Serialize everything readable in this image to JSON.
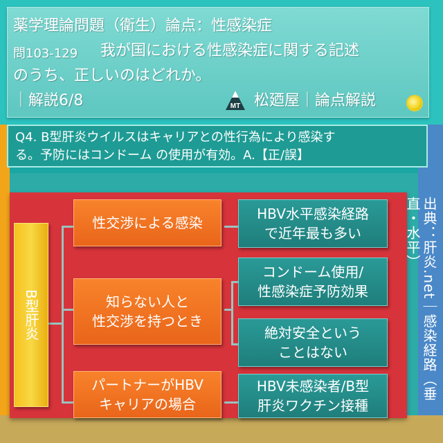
{
  "header": {
    "title": "薬学理論問題（衛生）論点：性感染症",
    "question_number": "問103-129",
    "question_line1": "我が国における性感染症に関する記述",
    "question_line2": "のうち、正しいのはどれか。",
    "subtitle": "｜解説6/8",
    "brand": "松廼屋｜論点解説",
    "logo_text": "MT"
  },
  "question": {
    "line1": "Q4. B型肝炎ウイルスはキャリアとの性行為により感染す",
    "line2": "る。予防にはコンドーム の使用が有効。A.【正/誤】"
  },
  "diagram": {
    "root": "B型肝炎",
    "branches": [
      {
        "label": "性交渉による感染",
        "details": [
          "HBV水平感染経路\nで近年最も多い"
        ]
      },
      {
        "label": "知らない人と\n性交渉を持つとき",
        "details": [
          "コンドーム使用/\n性感染症予防効果",
          "絶対安全という\nことはない"
        ]
      },
      {
        "label": "パートナーがHBV\nキャリアの場合",
        "details": [
          "HBV未感染者/B型\n肝炎ワクチン接種"
        ]
      }
    ]
  },
  "source": "出典：肝炎.net｜感染経路（垂\n直・水平）",
  "colors": {
    "panel": "#d7333b",
    "orange": "#f07324",
    "teal": "#24908d",
    "yellow": "#f5c21e"
  }
}
